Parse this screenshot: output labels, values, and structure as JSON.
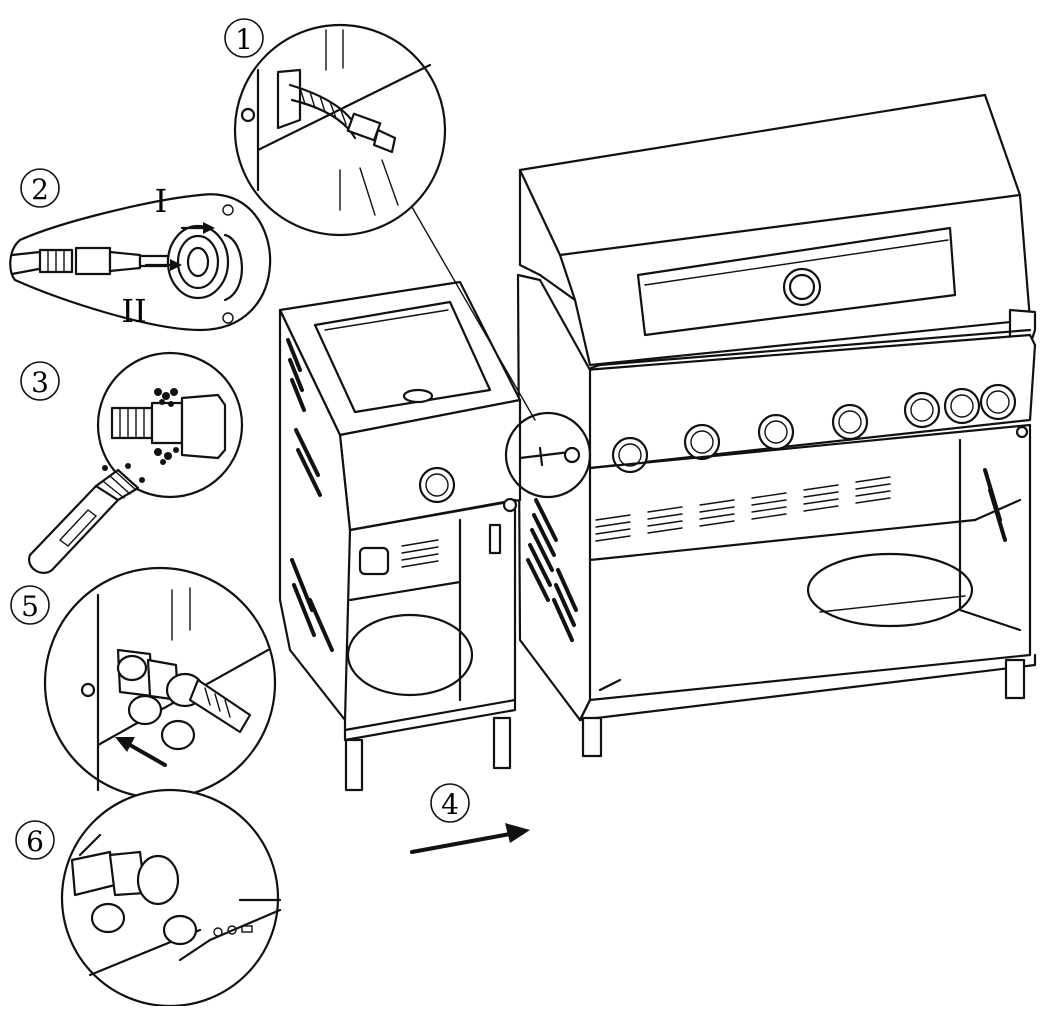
{
  "diagram": {
    "step_labels": [
      "1",
      "2",
      "3",
      "4",
      "5",
      "6"
    ],
    "roman_labels": [
      "I",
      "II"
    ],
    "colors": {
      "ink": "#111111",
      "background": "#ffffff"
    },
    "icons": [
      "arrow-right-icon",
      "arrow-left-icon"
    ]
  }
}
